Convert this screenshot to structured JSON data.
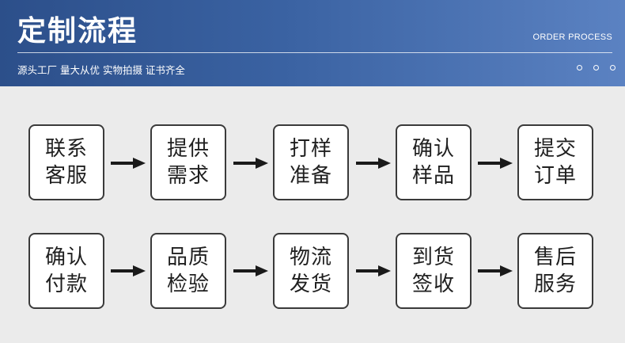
{
  "header": {
    "title": "定制流程",
    "english_title": "ORDER PROCESS",
    "subtitle": "源头工厂 量大从优 实物拍摄 证书齐全",
    "gradient_colors": [
      "#2c4f8a",
      "#5b82c2"
    ]
  },
  "steps": [
    {
      "line1": "联系",
      "line2": "客服"
    },
    {
      "line1": "提供",
      "line2": "需求"
    },
    {
      "line1": "打样",
      "line2": "准备"
    },
    {
      "line1": "确认",
      "line2": "样品"
    },
    {
      "line1": "提交",
      "line2": "订单"
    },
    {
      "line1": "确认",
      "line2": "付款"
    },
    {
      "line1": "品质",
      "line2": "检验"
    },
    {
      "line1": "物流",
      "line2": "发货"
    },
    {
      "line1": "到货",
      "line2": "签收"
    },
    {
      "line1": "售后",
      "line2": "服务"
    }
  ],
  "icons": {
    "arrow": "right-arrow-icon",
    "dots": "circle-icon"
  }
}
